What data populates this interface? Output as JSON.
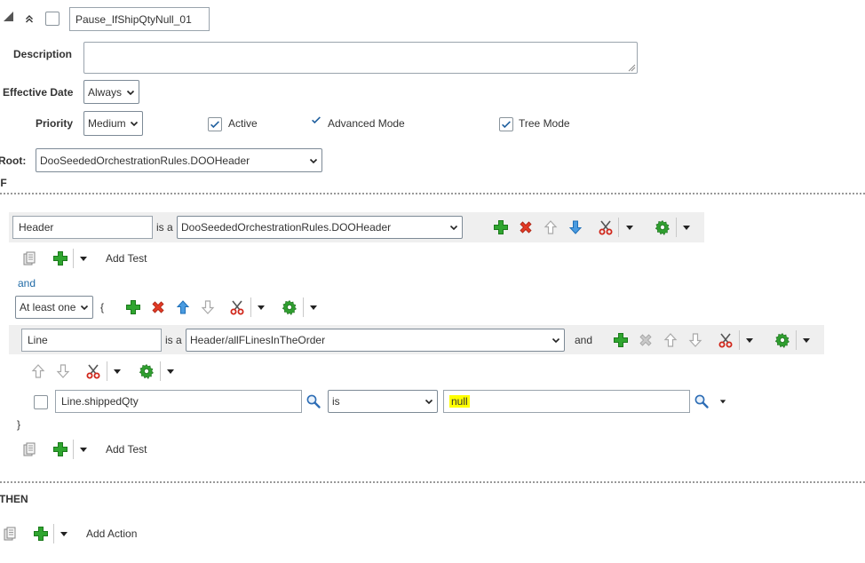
{
  "rule": {
    "name": "Pause_IfShipQtyNull_01",
    "description_label": "Description",
    "description_value": "",
    "effective_date_label": "Effective Date",
    "effective_date_value": "Always",
    "priority_label": "Priority",
    "priority_value": "Medium",
    "active_label": "Active",
    "advanced_mode_label": "Advanced Mode",
    "tree_mode_label": "Tree Mode",
    "root_label": "Root:",
    "root_value": "DooSeededOrchestrationRules.DOOHeader"
  },
  "if_section": {
    "label": "IF",
    "fact1": {
      "name": "Header",
      "is_a": "is a",
      "type": "DooSeededOrchestrationRules.DOOHeader"
    },
    "add_test_label": "Add Test",
    "and_label": "and",
    "quantifier": "At least one",
    "open_brace": "{",
    "fact2": {
      "name": "Line",
      "is_a": "is a",
      "type": "Header/allFLinesInTheOrder",
      "and_label": "and"
    },
    "test": {
      "left": "Line.shippedQty",
      "operator": "is",
      "right": "null"
    },
    "close_brace": "}",
    "add_test_label_2": "Add Test"
  },
  "then_section": {
    "label": "THEN",
    "add_action_label": "Add Action"
  },
  "colors": {
    "add": "#2aa02a",
    "delete": "#e03020",
    "arrow_blue": "#3b8fd9",
    "highlight": "#ffff00"
  }
}
